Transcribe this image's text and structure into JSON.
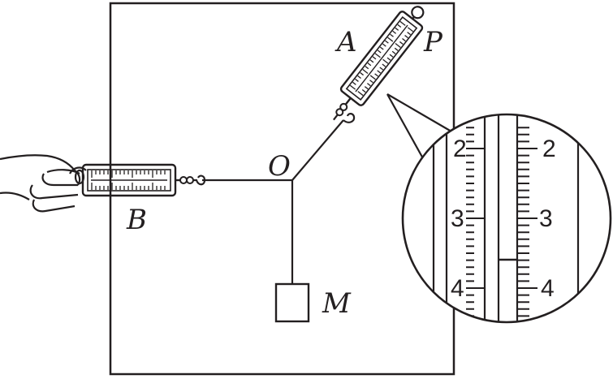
{
  "labels": {
    "point_o": "O",
    "scale_a": "A",
    "point_p": "P",
    "scale_b": "B",
    "weight_m": "M"
  },
  "magnified_scale": {
    "left_ticks": [
      "2",
      "3",
      "4"
    ],
    "right_ticks": [
      "2",
      "3",
      "4"
    ],
    "reading_marker": "between 3 and 4"
  },
  "colors": {
    "ink": "#231f20",
    "background": "#ffffff"
  },
  "icons": [
    "hand-icon",
    "spring-scale-icon",
    "hook-icon",
    "weight-block-icon",
    "magnifier-circle"
  ]
}
